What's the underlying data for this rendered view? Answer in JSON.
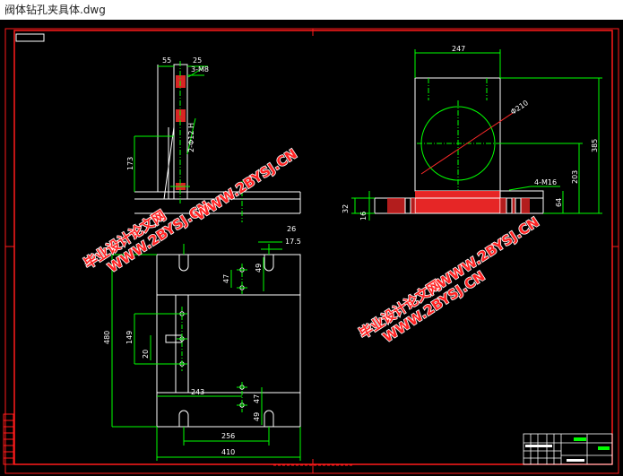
{
  "window": {
    "title": "阀体钻孔夹具体.dwg"
  },
  "drawing": {
    "background": "#000000",
    "colors": {
      "frame": "#ff1a1a",
      "outline": "#ffffff",
      "center": "#00ff00",
      "dim": "#00ff00",
      "hatch": "#ff2a2a"
    },
    "side_view": {
      "d55": "55",
      "d25": "25",
      "holes_3": "3-M8",
      "holes_2": "2-Φ12 H",
      "d173": "173"
    },
    "top_view": {
      "d26": "26",
      "d17_5": "17.5",
      "d49_top": "49",
      "d47_top": "47",
      "d480": "480",
      "d149": "149",
      "d20": "20",
      "d243": "243",
      "d47_bot": "47",
      "d49_bot": "49",
      "d256": "256",
      "d410": "410"
    },
    "front_view": {
      "d247": "247",
      "d210": "Φ210",
      "d385": "385",
      "d203": "203",
      "holes_4": "4-M16",
      "d64": "64",
      "d32": "32",
      "d16": "16"
    },
    "watermark": {
      "line1": "毕业设计论文网",
      "line2": "WWW.2BYSJ.CN"
    }
  }
}
